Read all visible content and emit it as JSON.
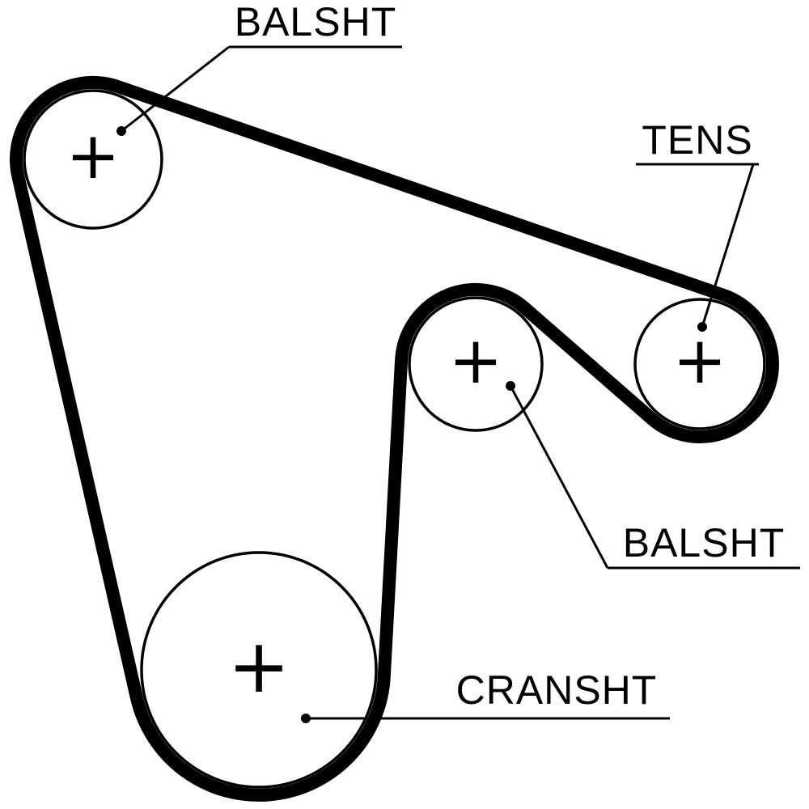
{
  "diagram": {
    "background_color": "#ffffff",
    "line_color": "#000000",
    "pulleys": [
      {
        "id": "balance-shaft-upper",
        "label": "BALSHT",
        "center_mark": "+"
      },
      {
        "id": "tensioner",
        "label": "TENS",
        "center_mark": "+"
      },
      {
        "id": "balance-shaft-middle",
        "label": "BALSHT",
        "center_mark": "+"
      },
      {
        "id": "crankshaft",
        "label": "CRANSHT",
        "center_mark": "+"
      }
    ]
  }
}
